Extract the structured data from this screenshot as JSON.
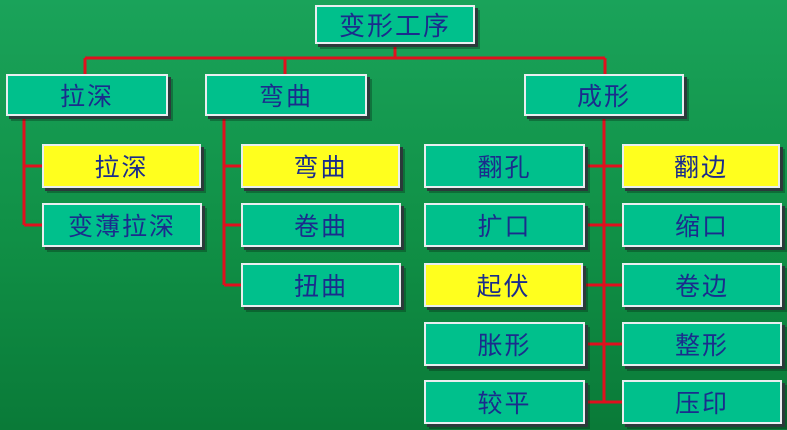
{
  "diagram": {
    "root": "变形工序",
    "categories": {
      "drawing": "拉深",
      "bending": "弯曲",
      "forming": "成形"
    },
    "drawing_items": [
      "拉深",
      "变薄拉深"
    ],
    "bending_items": [
      "弯曲",
      "卷曲",
      "扭曲"
    ],
    "forming_left": [
      "翻孔",
      "扩口",
      "起伏",
      "胀形",
      "较平"
    ],
    "forming_right": [
      "翻边",
      "缩口",
      "卷边",
      "整形",
      "压印"
    ]
  },
  "colors": {
    "background": "#109046",
    "box_teal": "#00c08c",
    "box_yellow": "#ffff1e",
    "text": "#1a2c8c",
    "connector": "#e0101e"
  }
}
